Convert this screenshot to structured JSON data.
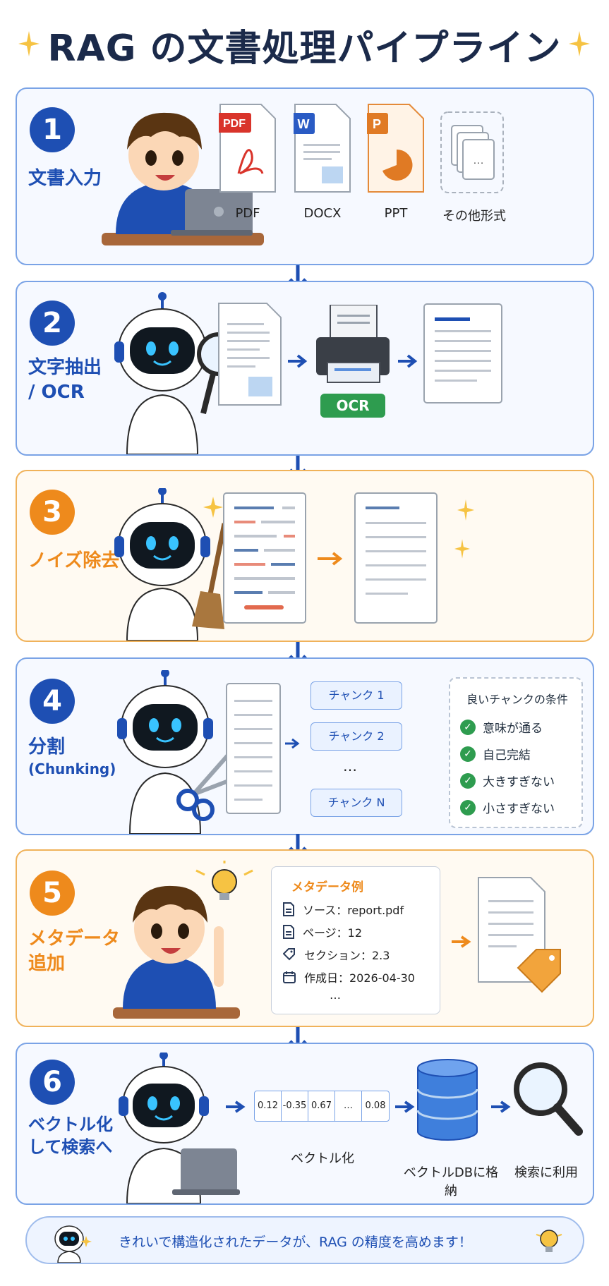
{
  "title": "RAG の文書処理パイプライン",
  "steps": [
    {
      "number": "1",
      "label": "文書入力",
      "files": [
        {
          "badge": "PDF",
          "caption": "PDF"
        },
        {
          "badge": "W",
          "caption": "DOCX"
        },
        {
          "badge": "P",
          "caption": "PPT"
        },
        {
          "badge": "…",
          "caption": "その他形式"
        }
      ]
    },
    {
      "number": "2",
      "label_line1": "文字抽出",
      "label_line2": "/ OCR",
      "ocr_badge": "OCR"
    },
    {
      "number": "3",
      "label": "ノイズ除去"
    },
    {
      "number": "4",
      "label": "分割",
      "label_sub": "(Chunking)",
      "chunks": [
        "チャンク 1",
        "チャンク 2",
        "…",
        "チャンク N"
      ],
      "conditions_title": "良いチャンクの条件",
      "conditions": [
        "意味が通る",
        "自己完結",
        "大きすぎない",
        "小さすぎない"
      ]
    },
    {
      "number": "5",
      "label_line1": "メタデータ",
      "label_line2": "追加",
      "meta_title": "メタデータ例",
      "meta_rows": [
        "ソース：report.pdf",
        "ページ：12",
        "セクション：2.3",
        "作成日：2026-04-30",
        "…"
      ]
    },
    {
      "number": "6",
      "label_line1": "ベクトル化",
      "label_line2": "して検索へ",
      "vector_values": [
        "0.12",
        "-0.35",
        "0.67",
        "…",
        "0.08"
      ],
      "vector_caption": "ベクトル化",
      "db_caption": "ベクトルDBに格納",
      "search_caption": "検索に利用"
    }
  ],
  "footer": "きれいで構造化されたデータが、RAG の精度を高めます！",
  "colors": {
    "blue": "#1e4fb3",
    "orange": "#ee8a1c",
    "green": "#2e9c4f"
  }
}
